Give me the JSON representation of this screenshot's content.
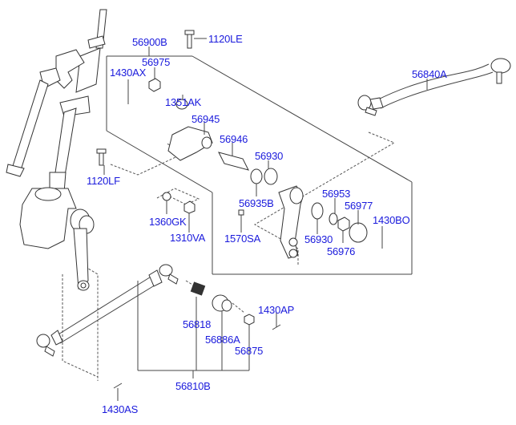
{
  "diagram": {
    "title": "Steering linkage parts diagram",
    "label_color": "#1a1adc",
    "labels": {
      "p56900B": "56900B",
      "p1120LE": "1120LE",
      "p1430AX": "1430AX",
      "p56975": "56975",
      "p1351AK": "1351AK",
      "p56945": "56945",
      "p56946": "56946",
      "p56930a": "56930",
      "p56935B": "56935B",
      "p1120LF": "1120LF",
      "p1360GK": "1360GK",
      "p1310VA": "1310VA",
      "p1570SA": "1570SA",
      "p56953": "56953",
      "p56977": "56977",
      "p1430BO": "1430BO",
      "p56930b": "56930",
      "p56976": "56976",
      "p56840A": "56840A",
      "p56818": "56818",
      "p56886A": "56886A",
      "p56875": "56875",
      "p1430AP": "1430AP",
      "p56810B": "56810B",
      "p1430AS": "1430AS"
    }
  }
}
